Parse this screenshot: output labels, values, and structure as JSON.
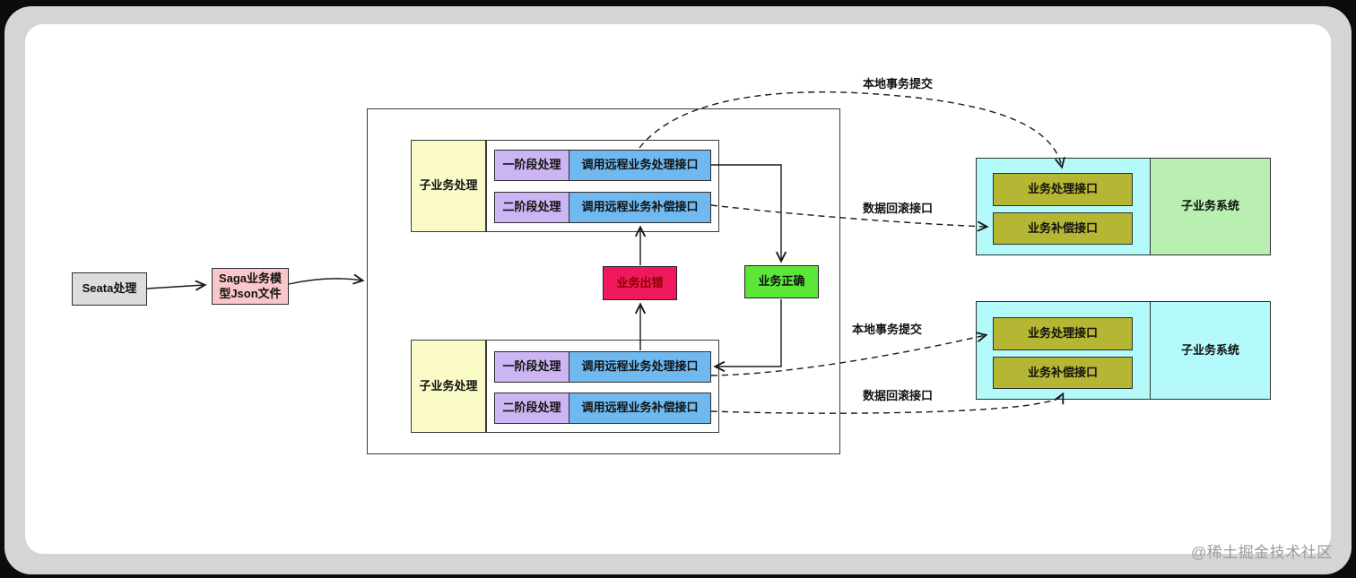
{
  "window": {
    "watermark": "@稀土掘金技术社区"
  },
  "diagram": {
    "seata_label": "Seata处理",
    "saga_model_label": "Saga业务模型Json文件",
    "groups": [
      {
        "label": "子业务处理",
        "rows": [
          {
            "phase": "一阶段处理",
            "action": "调用远程业务处理接口"
          },
          {
            "phase": "二阶段处理",
            "action": "调用远程业务补偿接口"
          }
        ]
      },
      {
        "label": "子业务处理",
        "rows": [
          {
            "phase": "一阶段处理",
            "action": "调用远程业务处理接口"
          },
          {
            "phase": "二阶段处理",
            "action": "调用远程业务补偿接口"
          }
        ]
      }
    ],
    "error_label": "业务出错",
    "success_label": "业务正确",
    "systems": [
      {
        "label": "子业务系统",
        "interfaces": [
          "业务处理接口",
          "业务补偿接口"
        ]
      },
      {
        "label": "子业务系统",
        "interfaces": [
          "业务处理接口",
          "业务补偿接口"
        ]
      }
    ],
    "edges": {
      "commit_top": "本地事务提交",
      "rollback_top": "数据回滚接口",
      "commit_bottom": "本地事务提交",
      "rollback_bottom": "数据回滚接口"
    },
    "colors": {
      "seata_box": "#dcdcdc",
      "saga_box": "#f9c7cb",
      "group_label_box": "#fbfbc8",
      "phase_box": "#cbb5f2",
      "action_box": "#6fb9f0",
      "error_box": "#f0185c",
      "error_text": "#8b0000",
      "success_box": "#5ce63a",
      "system_container": "#b5fafa",
      "interface_box": "#b5b633",
      "system_panel_top": "#b9f0b2",
      "system_panel_bottom": "#b5fafa",
      "frame_outer": "#0c0c0c",
      "frame_band": "#d5d5d5"
    }
  }
}
